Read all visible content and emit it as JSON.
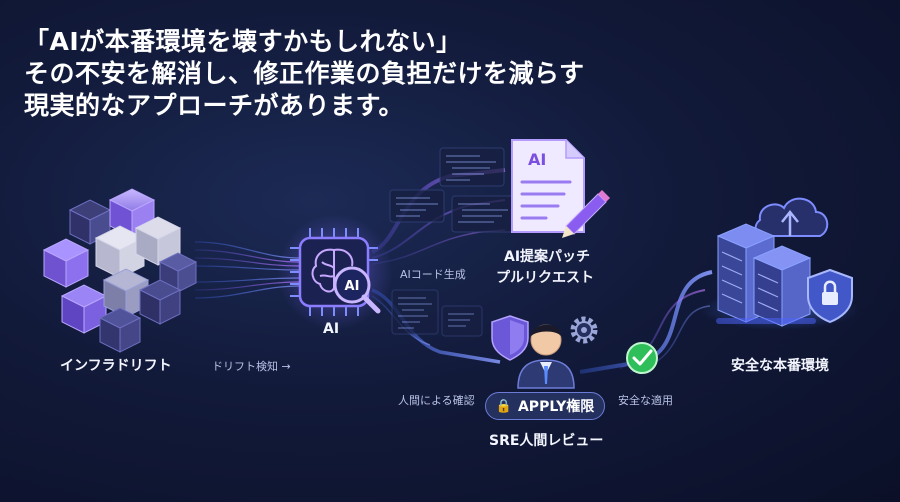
{
  "headline": {
    "line1": "「AIが本番環境を壊すかもしれない」",
    "line2": "その不安を解消し、修正作業の負担だけを減らす",
    "line3": "現実的なアプローチがあります。"
  },
  "nodes": {
    "infra_drift": "インフラドリフト",
    "drift_detect": "ドリフト検知 →",
    "ai": "AI",
    "ai_chip": "AI",
    "ai_codegen": "AIコード生成",
    "patch_doc_label": "AI",
    "patch_line1": "AI提案パッチ",
    "patch_line2": "プルリクエスト",
    "human_review_check": "人間による確認",
    "apply_badge": "APPLY権限",
    "sre_review": "SRE人間レビュー",
    "safe_apply": "安全な適用",
    "safe_prod": "安全な本番環境"
  },
  "colors": {
    "accent_purple": "#a46cff",
    "accent_blue": "#5b8cff",
    "check_green": "#2fbf5a",
    "background": "#121a3a"
  },
  "icons": [
    "cubes-icon",
    "ai-chip-icon",
    "brain-icon",
    "magnifier-icon",
    "document-icon",
    "pencil-icon",
    "shield-icon",
    "gear-icon",
    "person-icon",
    "check-icon",
    "lock-icon",
    "server-icon",
    "cloud-icon"
  ]
}
